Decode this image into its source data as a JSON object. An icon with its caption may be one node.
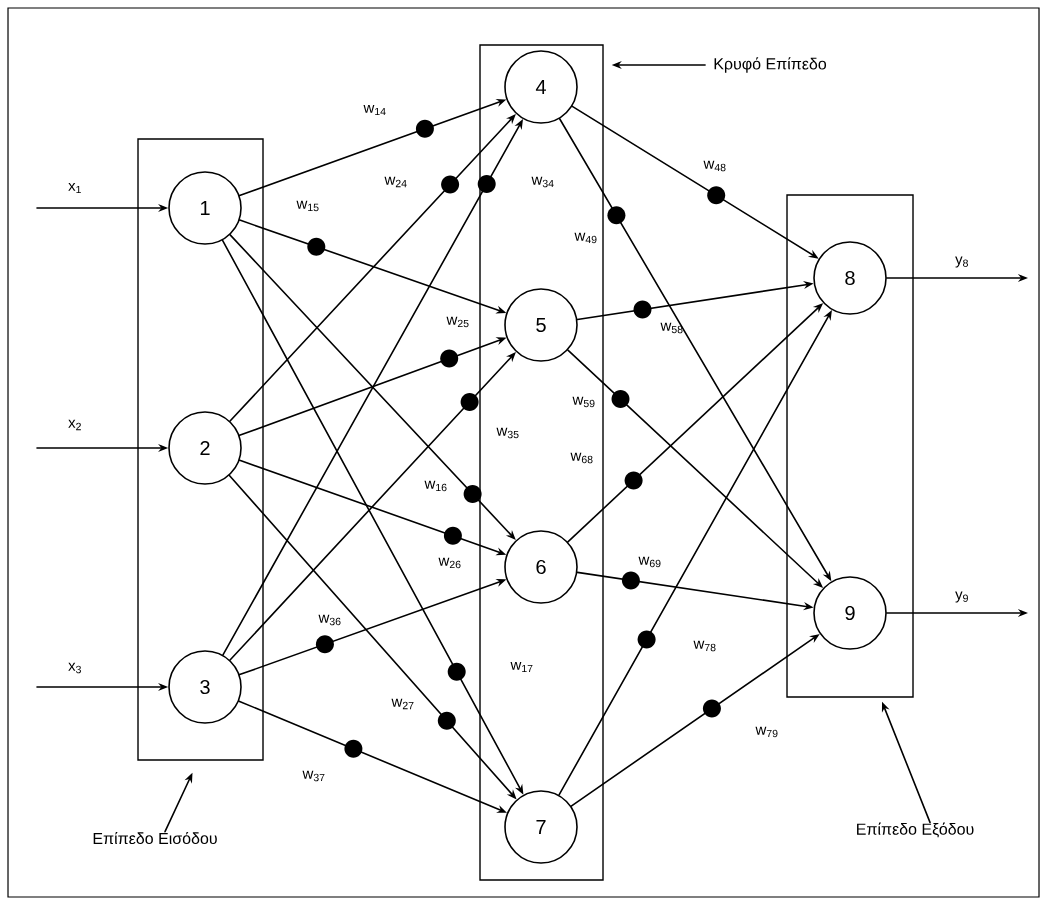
{
  "diagram": {
    "nodes": [
      {
        "text": [],
        "shape": "box"
      },
      {
        "text": [
          "1"
        ],
        "in": 0
      },
      {
        "text": [
          "2"
        ],
        "in": 0
      },
      {
        "text": [
          "3"
        ],
        "in": 0
      },
      {
        "text": [],
        "shape": "box"
      },
      {
        "text": [
          "4"
        ],
        "in": 4
      },
      {
        "text": [
          "5"
        ],
        "in": 4
      },
      {
        "text": [
          "6"
        ],
        "in": 4
      },
      {
        "text": [
          "7"
        ],
        "in": 4
      },
      {
        "text": [],
        "shape": "box"
      },
      {
        "text": [
          "8"
        ],
        "in": 9
      },
      {
        "text": [
          "9"
        ],
        "in": 9
      },
      {
        "text": [
          "Κρυφό Επίπεδο"
        ]
      },
      {
        "text": [
          "Επίπεδο Εισόδου"
        ]
      },
      {
        "text": [
          "Επίπεδο Εξόδου"
        ]
      }
    ],
    "edges": [
      {
        "from": null,
        "to": 1,
        "arrow": "to",
        "label": "x$_{1}$"
      },
      {
        "from": null,
        "to": 2,
        "arrow": "to",
        "label": "x$_{2}$"
      },
      {
        "from": null,
        "to": 3,
        "arrow": "to",
        "label": "x$_{3}$"
      },
      {
        "from": 1,
        "to": 5,
        "arrow": "to",
        "label": "w$_{14}$"
      },
      {
        "from": 1,
        "to": 6,
        "arrow": "to",
        "label": "w$_{15}$"
      },
      {
        "from": 1,
        "to": 7,
        "arrow": "to",
        "label": "w$_{16}$"
      },
      {
        "from": 1,
        "to": 8,
        "arrow": "to",
        "label": "w$_{17}$"
      },
      {
        "from": 2,
        "to": 5,
        "arrow": "to",
        "label": "w$_{24}$"
      },
      {
        "from": 2,
        "to": 6,
        "arrow": "to",
        "label": "w$_{25}$"
      },
      {
        "from": 2,
        "to": 7,
        "arrow": "to",
        "label": "w$_{26}$"
      },
      {
        "from": 2,
        "to": 8,
        "arrow": "to",
        "label": "w$_{27}$"
      },
      {
        "from": 3,
        "to": 5,
        "arrow": "to",
        "label": "w$_{34}$"
      },
      {
        "from": 3,
        "to": 6,
        "arrow": "to",
        "label": "w$_{35}$"
      },
      {
        "from": 3,
        "to": 7,
        "arrow": "to",
        "label": "w$_{36}$"
      },
      {
        "from": 3,
        "to": 8,
        "arrow": "to",
        "label": "w$_{37}$"
      },
      {
        "from": 5,
        "to": 10,
        "arrow": "to",
        "label": "w$_{48}$"
      },
      {
        "from": 5,
        "to": 11,
        "arrow": "to",
        "label": "w$_{49}$"
      },
      {
        "from": 6,
        "to": 10,
        "arrow": "to",
        "label": "w$_{58}$"
      },
      {
        "from": 6,
        "to": 11,
        "arrow": "to",
        "label": "w$_{59}$"
      },
      {
        "from": 7,
        "to": 10,
        "arrow": "to",
        "label": "w$_{68}$"
      },
      {
        "from": 7,
        "to": 11,
        "arrow": "to",
        "label": "w$_{69}$"
      },
      {
        "from": 8,
        "to": 10,
        "arrow": "to",
        "label": "w$_{78}$"
      },
      {
        "from": 8,
        "to": 11,
        "arrow": "to",
        "label": "w$_{79}$"
      },
      {
        "from": 10,
        "to": null,
        "arrow": "to",
        "label": "y$_{8}$"
      },
      {
        "from": 11,
        "to": null,
        "arrow": "to",
        "label": "y$_{9}$"
      },
      {
        "from": 12,
        "to": 4,
        "arrow": "to"
      },
      {
        "from": 13,
        "to": 0,
        "arrow": "to"
      },
      {
        "from": 14,
        "to": 9,
        "arrow": "to"
      }
    ]
  }
}
